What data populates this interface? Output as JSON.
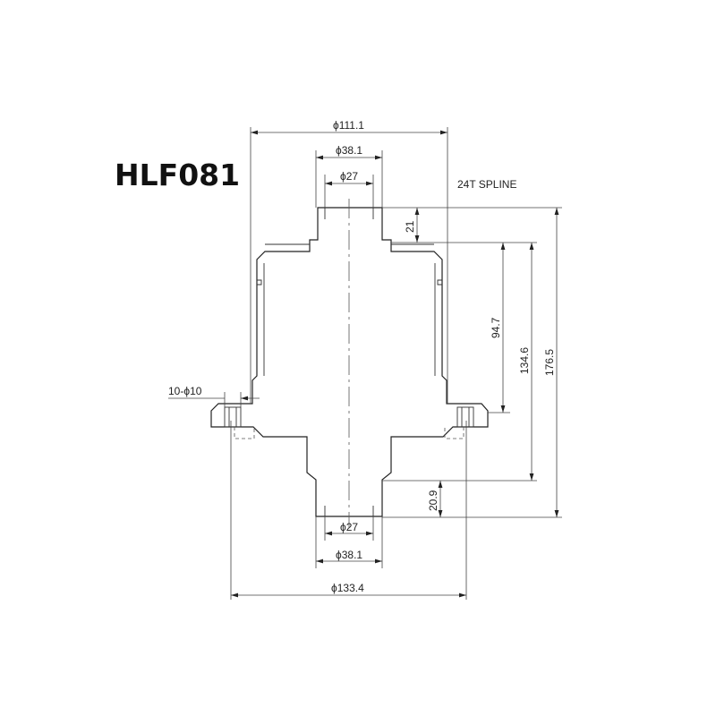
{
  "drawing": {
    "part_number": "HLF081",
    "spline_note": "24T SPLINE",
    "dims": {
      "d_outer_flange": "ϕ111.1",
      "d_hub_top": "ϕ38.1",
      "d_bore_top": "ϕ27",
      "d_bore_bottom": "ϕ27",
      "d_hub_bottom": "ϕ38.1",
      "d_bolt_circle": "ϕ133.4",
      "holes": "10-ϕ10",
      "h_top_hub": "21",
      "h_body": "94.7",
      "h_mid": "134.6",
      "h_total": "176.5",
      "h_bottom_hub": "20.9"
    }
  }
}
